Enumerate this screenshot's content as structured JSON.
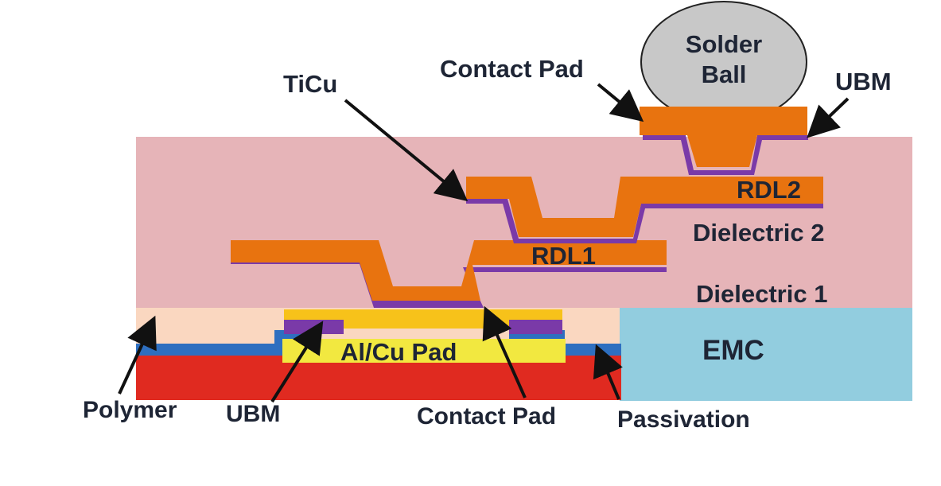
{
  "labels": {
    "solder_ball_line1": "Solder",
    "solder_ball_line2": "Ball",
    "contact_pad_top": "Contact Pad",
    "ubm_top": "UBM",
    "ticu": "TiCu",
    "rdl2": "RDL2",
    "rdl1": "RDL1",
    "dielectric2": "Dielectric 2",
    "dielectric1": "Dielectric 1",
    "emc": "EMC",
    "al_cu_pad": "Al/Cu Pad",
    "polymer": "Polymer",
    "ubm_bottom": "UBM",
    "contact_pad_bottom": "Contact Pad",
    "passivation": "Passivation"
  },
  "colors": {
    "dielectric": "#e6b4b8",
    "emc": "#92cddf",
    "rdl_copper": "#e8730f",
    "ticu_seed": "#7a3aa8",
    "solder_ball": "#c8c8c8",
    "polymer": "#fad7c0",
    "passivation": "#2e6fc0",
    "contact_pad": "#f7c21a",
    "al_cu_pad": "#f2e840",
    "silicon": "#e02a20",
    "label_text": "#1e2535"
  }
}
